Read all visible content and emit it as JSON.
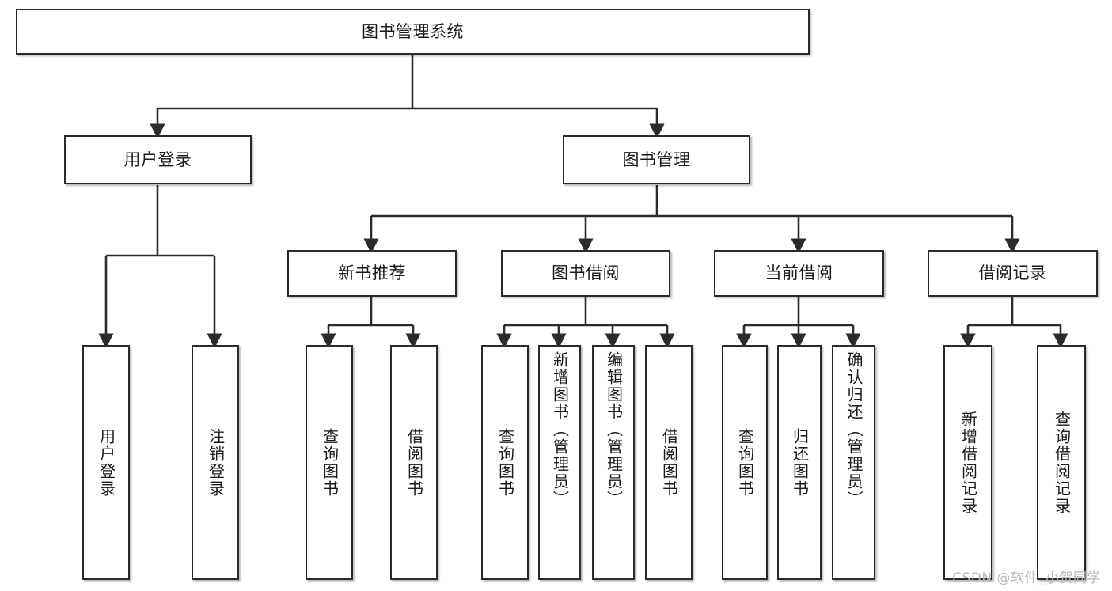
{
  "diagram": {
    "title": "图书管理系统",
    "type": "tree-hierarchy",
    "accent_color": "#2b2b2b",
    "background": "#ffffff",
    "root": {
      "label": "图书管理系统"
    },
    "level2": [
      {
        "label": "用户登录"
      },
      {
        "label": "图书管理"
      }
    ],
    "level3": [
      {
        "label": "新书推荐"
      },
      {
        "label": "图书借阅"
      },
      {
        "label": "当前借阅"
      },
      {
        "label": "借阅记录"
      }
    ],
    "leaves": {
      "user_login": [
        {
          "label": "用户登录"
        },
        {
          "label": "注销登录"
        }
      ],
      "new_book_recommend": [
        {
          "label": "查询图书"
        },
        {
          "label": "借阅图书"
        }
      ],
      "book_borrow": [
        {
          "label": "查询图书"
        },
        {
          "label": "新增图书（管理员）"
        },
        {
          "label": "编辑图书（管理员）"
        },
        {
          "label": "借阅图书"
        }
      ],
      "current_borrow": [
        {
          "label": "查询图书"
        },
        {
          "label": "归还图书"
        },
        {
          "label": "确认归还（管理员）"
        }
      ],
      "borrow_record": [
        {
          "label": "新增借阅记录"
        },
        {
          "label": "查询借阅记录"
        }
      ]
    }
  },
  "watermark": {
    "text": "CSDN @软件_小贺同学"
  }
}
